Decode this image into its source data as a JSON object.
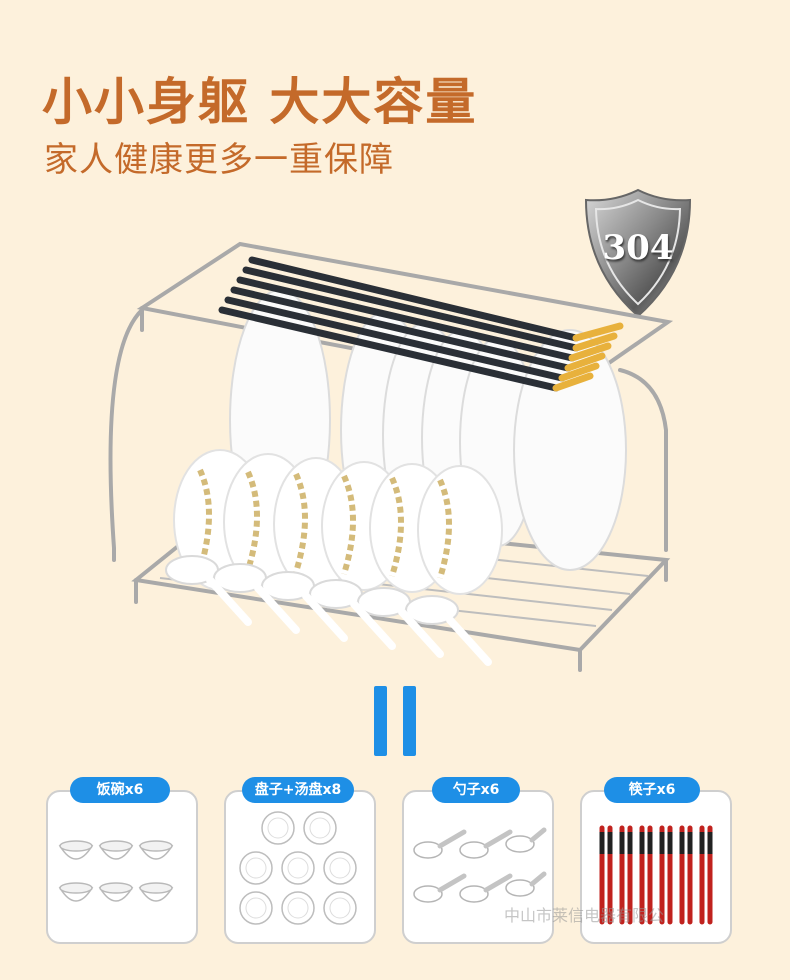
{
  "headline": "小小身躯  大大容量",
  "subline": "家人健康更多一重保障",
  "badge": {
    "text": "304"
  },
  "cards": [
    {
      "label": "饭碗x6"
    },
    {
      "label": "盘子+汤盘x8"
    },
    {
      "label": "勺子x6"
    },
    {
      "label": "筷子x6"
    }
  ],
  "watermark": "中山市莱信电器有限公",
  "colors": {
    "headline": "#c46a2a",
    "accent": "#1e8fe6",
    "background": "#fdf1dc",
    "chopstick": "#c0221e"
  }
}
